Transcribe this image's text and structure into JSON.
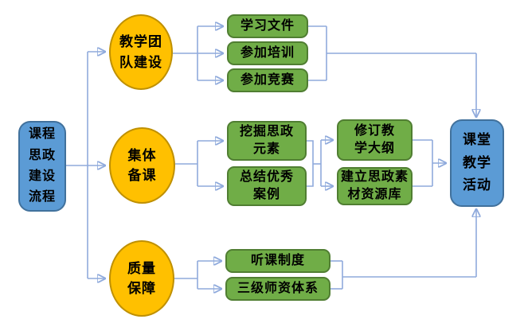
{
  "colors": {
    "process_fill": "#5B9BD5",
    "process_border": "#41719C",
    "stage_fill": "#FFC000",
    "stage_border": "#BF9000",
    "task_fill": "#70AD47",
    "task_border": "#507E32",
    "connector_line": "#8FAADC",
    "connector_arrow": "#4472C4",
    "text": "#000000"
  },
  "flowchart": {
    "start": "课程\n思政\n建设\n流程",
    "end": "课堂\n教学\n活动",
    "branches": [
      {
        "stage": "教学团\n队建设",
        "items": [
          "学习文件",
          "参加培训",
          "参加竞赛"
        ]
      },
      {
        "stage": "集体\n备课",
        "items": [
          "挖掘思政\n元素",
          "总结优秀\n案例"
        ],
        "outputs": [
          "修订教\n学大纲",
          "建立思政素\n材资源库"
        ]
      },
      {
        "stage": "质量\n保障",
        "items": [
          "听课制度",
          "三级师资体系"
        ]
      }
    ]
  }
}
